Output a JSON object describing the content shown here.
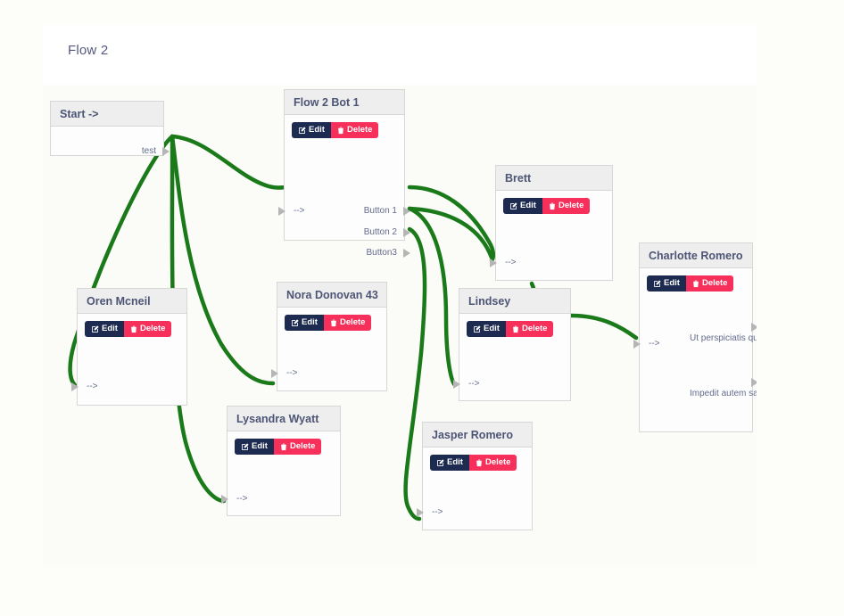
{
  "page": {
    "background": "#fdfdfa",
    "canvas_background": "#fbfbf8"
  },
  "header": {
    "title": "Flow 2"
  },
  "theme": {
    "edit_color": "#1d2b50",
    "delete_color": "#f72f5b",
    "edge_color": "#1a7a1a",
    "node_header_color": "#eeeeee",
    "title_color": "#4d5575",
    "port_color": "#b5b5b5"
  },
  "actions": {
    "edit_label": "Edit",
    "delete_label": "Delete",
    "edit_icon": "pencil-square-icon",
    "delete_icon": "trash-icon"
  },
  "nodes": [
    {
      "id": "start",
      "title": "Start ->",
      "has_actions": false,
      "inputs": [],
      "outputs": [
        "test"
      ]
    },
    {
      "id": "bot",
      "title": "Flow 2 Bot 1",
      "has_actions": true,
      "inputs": [
        "-->"
      ],
      "outputs": [
        "Button 1",
        "Button 2",
        "Button3"
      ]
    },
    {
      "id": "brett",
      "title": "Brett",
      "has_actions": true,
      "inputs": [
        "-->"
      ],
      "outputs": []
    },
    {
      "id": "charlotte",
      "title": "Charlotte Romero",
      "has_actions": true,
      "inputs": [
        "-->"
      ],
      "outputs": [
        "Ut perspiciatis qua",
        "Impedit autem sapie"
      ]
    },
    {
      "id": "oren",
      "title": "Oren Mcneil",
      "has_actions": true,
      "inputs": [
        "-->"
      ],
      "outputs": []
    },
    {
      "id": "nora",
      "title": "Nora Donovan 43",
      "has_actions": true,
      "inputs": [
        "-->"
      ],
      "outputs": []
    },
    {
      "id": "lindsey",
      "title": "Lindsey",
      "has_actions": true,
      "inputs": [
        "-->"
      ],
      "outputs": []
    },
    {
      "id": "lysandra",
      "title": "Lysandra Wyatt",
      "has_actions": true,
      "inputs": [
        "-->"
      ],
      "outputs": []
    },
    {
      "id": "jasper",
      "title": "Jasper Romero",
      "has_actions": true,
      "inputs": [
        "-->"
      ],
      "outputs": []
    }
  ],
  "edges": [
    {
      "from": "start.test",
      "to": "bot.in"
    },
    {
      "from": "start.test",
      "to": "oren.in"
    },
    {
      "from": "start.test",
      "to": "nora.in"
    },
    {
      "from": "start.test",
      "to": "lysandra.in"
    },
    {
      "from": "bot.Button 1",
      "to": "brett.in"
    },
    {
      "from": "bot.Button 2",
      "to": "lindsey.in"
    },
    {
      "from": "bot.Button 2",
      "to": "brett.in"
    },
    {
      "from": "bot.Button3",
      "to": "jasper.in"
    },
    {
      "from": "brett.out",
      "to": "lindsey.in"
    },
    {
      "from": "lindsey.out",
      "to": "charlotte.in"
    }
  ]
}
